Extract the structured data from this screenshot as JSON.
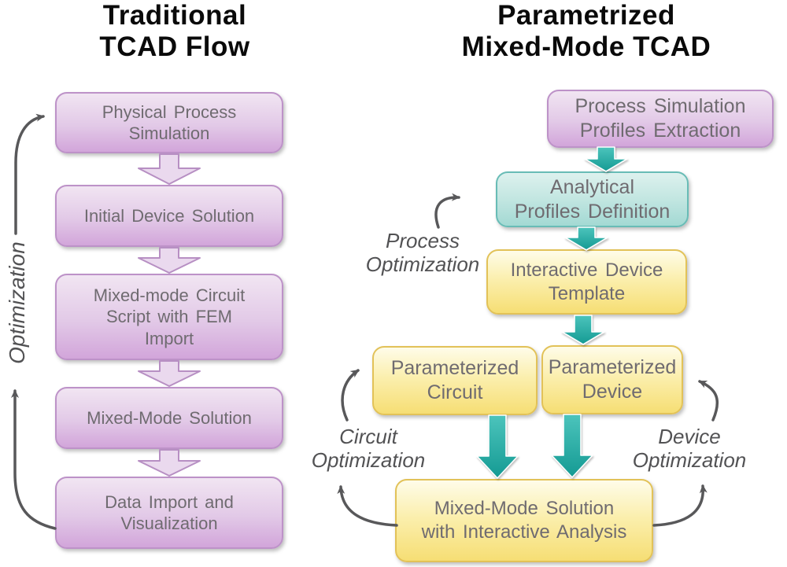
{
  "titles": {
    "left": {
      "line1": "Traditional",
      "line2": "TCAD Flow"
    },
    "right": {
      "line1": "Parametrized",
      "line2": "Mixed-Mode TCAD"
    }
  },
  "left_flow": {
    "loop_label": "Optimization",
    "boxes": [
      {
        "name": "physical-process-simulation",
        "lines": [
          "Physical Process",
          "Simulation"
        ]
      },
      {
        "name": "initial-device-solution",
        "lines": [
          "Initial Device Solution"
        ]
      },
      {
        "name": "mixed-mode-circuit-script",
        "lines": [
          "Mixed-mode Circuit",
          "Script with FEM",
          "Import"
        ]
      },
      {
        "name": "mixed-mode-solution",
        "lines": [
          "Mixed-Mode Solution"
        ]
      },
      {
        "name": "data-import-visualization",
        "lines": [
          "Data Import and",
          "Visualization"
        ]
      }
    ]
  },
  "right_flow": {
    "boxes": [
      {
        "name": "process-simulation-profiles-extraction",
        "lines": [
          "Process Simulation",
          "Profiles Extraction"
        ]
      },
      {
        "name": "analytical-profiles-definition",
        "lines": [
          "Analytical",
          "Profiles Definition"
        ]
      },
      {
        "name": "interactive-device-template",
        "lines": [
          "Interactive Device",
          "Template"
        ]
      },
      {
        "name": "parameterized-circuit",
        "lines": [
          "Parameterized",
          "Circuit"
        ]
      },
      {
        "name": "parameterized-device",
        "lines": [
          "Parameterized",
          "Device"
        ]
      },
      {
        "name": "mixed-mode-solution-interactive",
        "lines": [
          "Mixed-Mode Solution",
          "with Interactive Analysis"
        ]
      }
    ],
    "labels": {
      "process_optimization": {
        "line1": "Process",
        "line2": "Optimization"
      },
      "circuit_optimization": {
        "line1": "Circuit",
        "line2": "Optimization"
      },
      "device_optimization": {
        "line1": "Device",
        "line2": "Optimization"
      }
    }
  },
  "colors": {
    "background": "#ffffff",
    "title_text": "#0a0a0a",
    "box_text": "#6f6b70",
    "label_text": "#525254",
    "purple_box_fill_top": "#f1e5f2",
    "purple_box_fill_bottom": "#d2a5da",
    "purple_box_border": "#bd92c8",
    "teal_box_fill_top": "#ddf1ee",
    "teal_box_fill_bottom": "#a3d9d3",
    "teal_box_border": "#68bcb6",
    "yellow_box_fill_top": "#fefce9",
    "yellow_box_fill_bottom": "#f6de74",
    "yellow_box_border": "#e2c258",
    "purple_arrow_fill": "#ead9ee",
    "purple_arrow_border": "#b78fc3",
    "teal_arrow_fill_top": "#4cc4bc",
    "teal_arrow_fill_bottom": "#149a93",
    "loop_arrow_gray": "#58585a"
  }
}
